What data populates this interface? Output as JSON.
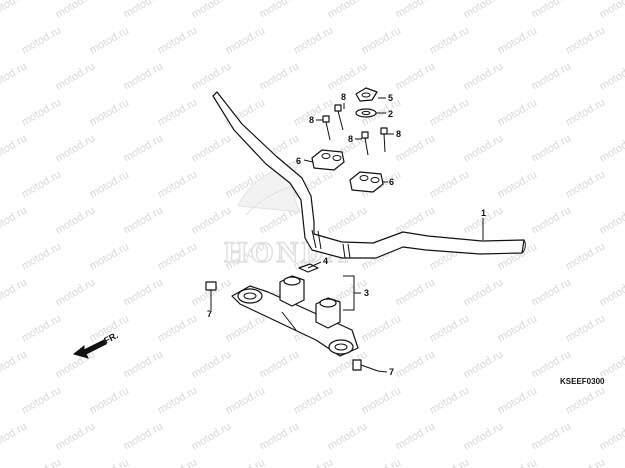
{
  "watermark": {
    "text": "motod.ru",
    "color": "#d9d9d9"
  },
  "brand_logo": {
    "text": "HONDA",
    "color": "#e0e0e0"
  },
  "diagram_code": "KSEEF0300",
  "direction_label": "FR.",
  "callouts": [
    {
      "id": "c1",
      "label": "1"
    },
    {
      "id": "c2",
      "label": "2"
    },
    {
      "id": "c3",
      "label": "3"
    },
    {
      "id": "c4",
      "label": "4"
    },
    {
      "id": "c5",
      "label": "5"
    },
    {
      "id": "c6a",
      "label": "6"
    },
    {
      "id": "c6b",
      "label": "6"
    },
    {
      "id": "c7a",
      "label": "7"
    },
    {
      "id": "c7b",
      "label": "7"
    },
    {
      "id": "c8a",
      "label": "8"
    },
    {
      "id": "c8b",
      "label": "8"
    },
    {
      "id": "c8c",
      "label": "8"
    },
    {
      "id": "c8d",
      "label": "8"
    }
  ]
}
